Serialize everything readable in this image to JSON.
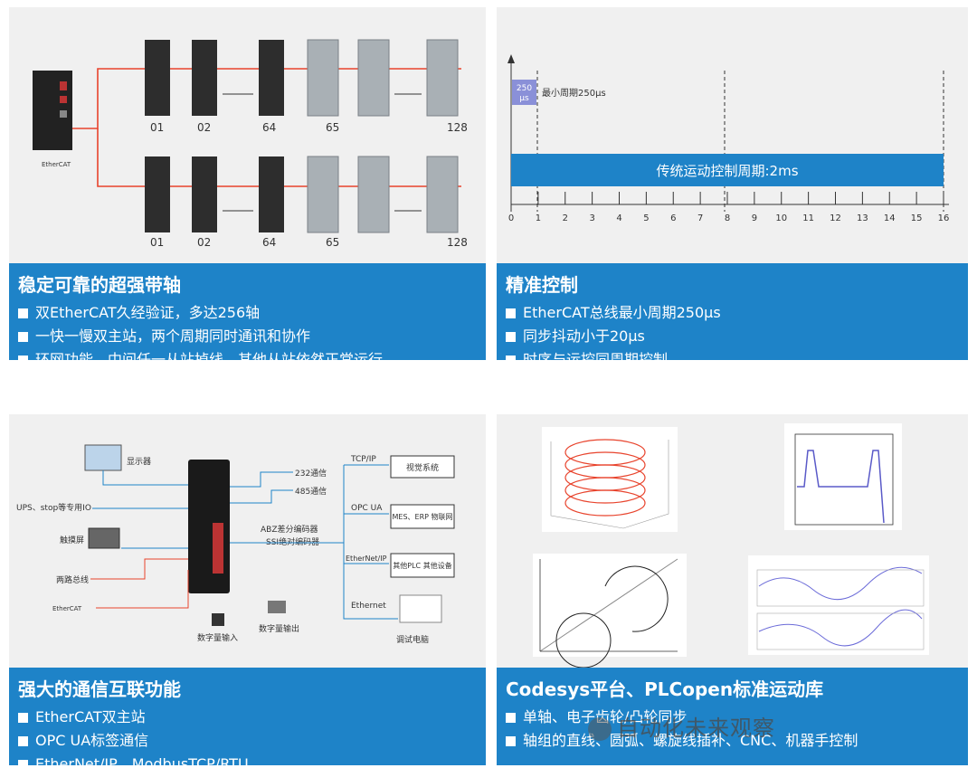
{
  "panel1": {
    "title": "稳定可靠的超强带轴",
    "bullets": [
      "双EtherCAT久经验证，多达256轴",
      "一快一慢双主站，两个周期同时通讯和协作",
      "环网功能，中间任一从站掉线，其他从站依然正常运行"
    ],
    "row_labels": [
      "01",
      "02",
      "64",
      "65",
      "128"
    ],
    "logo": "EtherCAT"
  },
  "panel2": {
    "title": "精准控制",
    "bullets": [
      "EtherCAT总线最小周期250μs",
      "同步抖动小于20μs",
      "时序与运控同周期控制"
    ],
    "box_label_top": "250",
    "box_label_bottom": "μs",
    "min_cycle_label": "最小周期250μs",
    "bar_label": "传统运动控制周期:2ms",
    "ticks": [
      "0",
      "1",
      "2",
      "3",
      "4",
      "5",
      "6",
      "7",
      "8",
      "9",
      "10",
      "11",
      "12",
      "13",
      "14",
      "15",
      "16"
    ]
  },
  "panel3": {
    "title": "强大的通信互联功能",
    "bullets": [
      "EtherCAT双主站",
      "OPC UA标签通信",
      "EtherNet/IP、ModbusTCP/RTU"
    ],
    "left_labels": [
      "显示器",
      "UPS、stop等专用IO",
      "触摸屏",
      "两路总线",
      "EtherCAT"
    ],
    "mid_labels": [
      "232通信",
      "485通信",
      "ABZ差分编码器",
      "SSI绝对编码器"
    ],
    "bottom_labels": [
      "数字量输入",
      "数字量输出"
    ],
    "proto_labels": [
      "TCP/IP",
      "OPC UA",
      "EtherNet/IP",
      "Ethernet"
    ],
    "box_labels": [
      "视觉系统",
      "MES、ERP\n物联网",
      "其他PLC\n其他设备"
    ],
    "laptop_label": "调试电脑"
  },
  "panel4": {
    "title": "Codesys平台、PLCopen标准运动库",
    "bullets": [
      "单轴、电子齿轮/凸轮同步",
      "轴组的直线、圆弧、螺旋线插补、CNC、机器手控制"
    ],
    "watermark": "自动化未来观察"
  },
  "colors": {
    "bar_blue": "#1e83c8",
    "red_link": "#e8432c",
    "chart_blue": "#1e83c8"
  }
}
